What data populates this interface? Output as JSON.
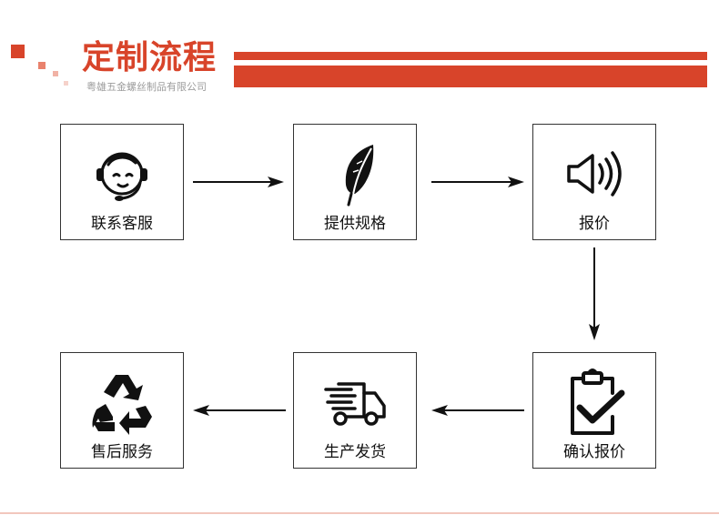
{
  "header": {
    "title": "定制流程",
    "subtitle": "粤雄五金螺丝制品有限公司"
  },
  "colors": {
    "accent": "#d8442a",
    "text": "#111111",
    "border": "#333333"
  },
  "steps": [
    {
      "label": "联系客服",
      "icon": "customer-service-headset-icon"
    },
    {
      "label": "提供规格",
      "icon": "feather-icon"
    },
    {
      "label": "报价",
      "icon": "speaker-icon"
    },
    {
      "label": "确认报价",
      "icon": "clipboard-check-icon"
    },
    {
      "label": "生产发货",
      "icon": "delivery-truck-icon"
    },
    {
      "label": "售后服务",
      "icon": "recycle-icon"
    }
  ]
}
